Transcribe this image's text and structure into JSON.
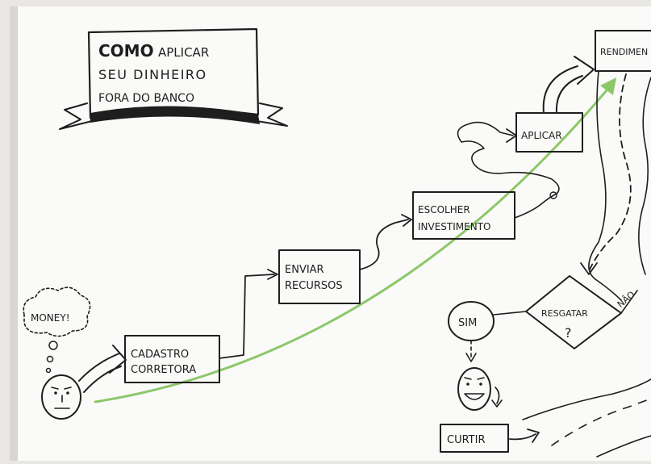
{
  "title": {
    "line1_bold": "COMO",
    "line1_rest": "APLICAR",
    "line2": "SEU DINHEIRO",
    "line3": "FORA DO BANCO"
  },
  "thought_bubble": "MONEY!",
  "steps": {
    "cadastro": [
      "CADASTRO",
      "CORRETORA"
    ],
    "enviar": [
      "ENVIAR",
      "RECURSOS"
    ],
    "escolher": [
      "ESCOLHER",
      "INVESTIMENTO"
    ],
    "aplicar": "APLICAR",
    "rendimento": "RENDIMEN"
  },
  "decision": {
    "label": "RESGATAR",
    "mark": "?"
  },
  "answers": {
    "yes": "SIM",
    "no": "NÃO"
  },
  "end_step": "CURTIR",
  "colors": {
    "paper": "#fafaf8",
    "ink": "#1e1e1e",
    "growth_arrow": "#8cc86a"
  }
}
